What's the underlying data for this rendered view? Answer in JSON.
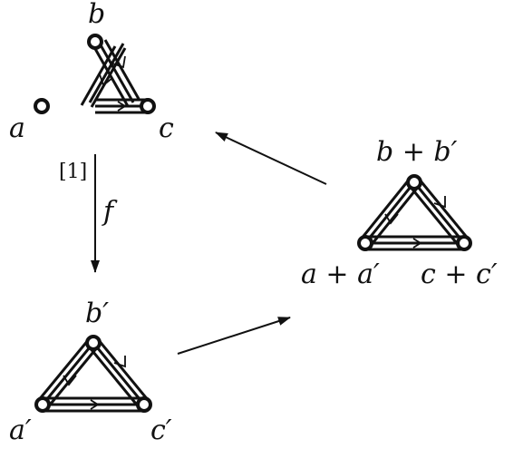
{
  "triangles": {
    "top": {
      "a": "a",
      "b": "b",
      "c": "c"
    },
    "bottom": {
      "a": "a′",
      "b": "b′",
      "c": "c′"
    },
    "right": {
      "a": "a + a′",
      "b": "b + b′",
      "c": "c + c′"
    }
  },
  "map": {
    "index": "[1]",
    "name": "f"
  }
}
